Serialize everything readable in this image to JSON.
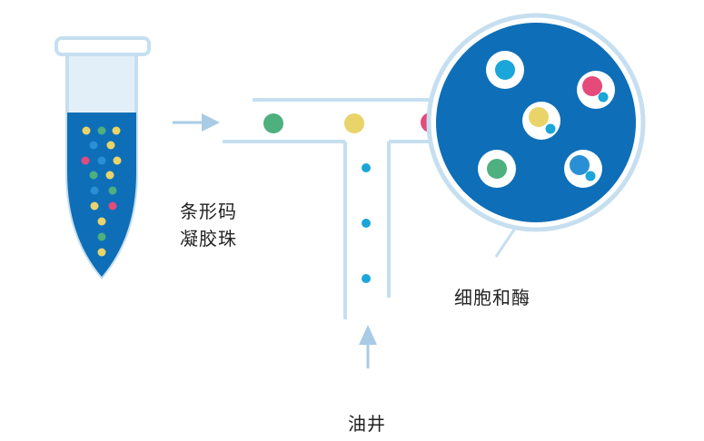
{
  "labels": {
    "barcode_beads_line1": "条形码",
    "barcode_beads_line2": "凝胶珠",
    "cells_and_enzymes": "细胞和酶",
    "oil_well": "油井"
  },
  "colors": {
    "tube_fill": "#0e6eb8",
    "tube_outline": "#c6dff0",
    "channel_wall": "#c6dff0",
    "arrow": "#a9cbe6",
    "droplet_fill": "#0e6eb8",
    "cyan": "#1aa6d8",
    "bead_green": "#4db07e",
    "bead_yellow": "#e9d46a",
    "bead_pink": "#e44a7a",
    "bead_blue": "#2a8fd4"
  },
  "icons": {
    "test_tube": "test-tube-icon",
    "arrow_right": "arrow-right-icon",
    "arrow_up": "arrow-up-icon"
  }
}
